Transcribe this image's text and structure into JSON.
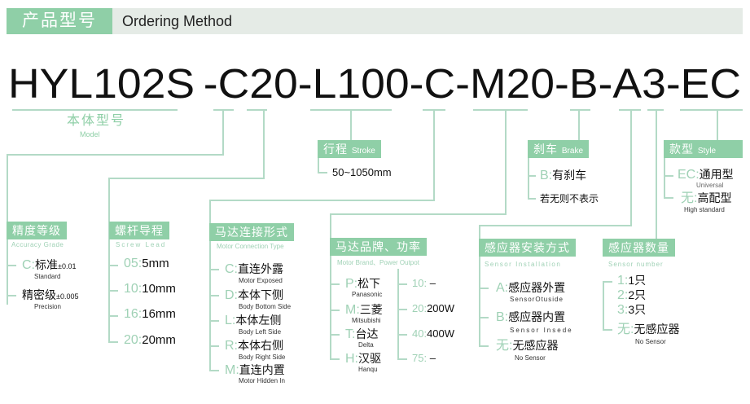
{
  "header": {
    "title_cn": "产品型号",
    "title_en": "Ordering Method"
  },
  "model_code": "HYL102S -C20-L100-C-M20-B-A3-EC",
  "model": {
    "cn": "本体型号",
    "en": "Model"
  },
  "stroke": {
    "cn": "行程",
    "en": "Stroke",
    "value": "50~1050mm"
  },
  "brake": {
    "cn": "刹车",
    "en": "Brake",
    "items": [
      {
        "code": "B:",
        "label": "有刹车"
      },
      {
        "label": "若无则不表示"
      }
    ]
  },
  "style": {
    "cn": "款型",
    "en": "Style",
    "items": [
      {
        "code": "EC:",
        "label": "通用型",
        "en": "Universal"
      },
      {
        "code": "无:",
        "label": "高配型",
        "en": "High standard"
      }
    ]
  },
  "accuracy": {
    "cn": "精度等级",
    "en": "Accuracy Grade",
    "items": [
      {
        "code": "C:",
        "label": "标准",
        "tol": "±0.01",
        "en": "Standard"
      },
      {
        "code": "",
        "label": "精密级",
        "tol": "±0.005",
        "en": "Precision"
      }
    ]
  },
  "lead": {
    "cn": "螺杆导程",
    "en": "Screw Lead",
    "items": [
      {
        "code": "05:",
        "label": "5mm"
      },
      {
        "code": "10:",
        "label": "10mm"
      },
      {
        "code": "16:",
        "label": "16mm"
      },
      {
        "code": "20:",
        "label": "20mm"
      }
    ]
  },
  "connection": {
    "cn": "马达连接形式",
    "en": "Motor Connection Type",
    "items": [
      {
        "code": "C:",
        "label": "直连外露",
        "en": "Motor Exposed"
      },
      {
        "code": "D:",
        "label": "本体下侧",
        "en": "Body Bottom Side"
      },
      {
        "code": "L:",
        "label": "本体左侧",
        "en": "Body Left Side"
      },
      {
        "code": "R:",
        "label": "本体右侧",
        "en": "Body Right Side"
      },
      {
        "code": "M:",
        "label": "直连内置",
        "en": "Motor Hidden In"
      }
    ]
  },
  "motor": {
    "cn": "马达品牌、功率",
    "en": "Motor Brand、Power Outpot",
    "brands": [
      {
        "code": "P:",
        "label": "松下",
        "en": "Panasonic"
      },
      {
        "code": "M:",
        "label": "三菱",
        "en": "Mitsubishi"
      },
      {
        "code": "T:",
        "label": "台达",
        "en": "Delta"
      },
      {
        "code": "H:",
        "label": "汉驱",
        "en": "Hanqu"
      }
    ],
    "powers": [
      {
        "code": "10:",
        "label": "–"
      },
      {
        "code": "20:",
        "label": "200W"
      },
      {
        "code": "40:",
        "label": "400W"
      },
      {
        "code": "75:",
        "label": "–"
      }
    ]
  },
  "installation": {
    "cn": "感应器安装方式",
    "en": "Sensor Installation",
    "items": [
      {
        "code": "A:",
        "label": "感应器外置",
        "en": "SensorOtuside"
      },
      {
        "code": "B:",
        "label": "感应器内置",
        "en": "Sensor Insede"
      },
      {
        "code": "无:",
        "label": "无感应器",
        "en": "No Sensor"
      }
    ]
  },
  "sensor_count": {
    "cn": "感应器数量",
    "en": "Sensor number",
    "items": [
      {
        "code": "1:",
        "label": "1只"
      },
      {
        "code": "2:",
        "label": "2只"
      },
      {
        "code": "3:",
        "label": "3只"
      },
      {
        "code": "无:",
        "label": "无感应器",
        "en": "No Sensor"
      }
    ]
  }
}
